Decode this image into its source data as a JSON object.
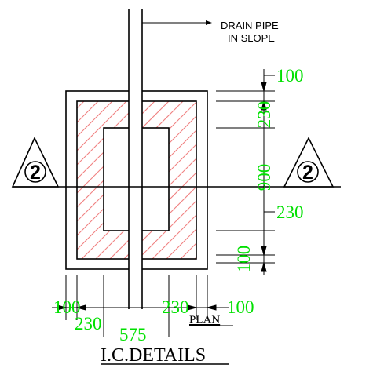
{
  "colors": {
    "line": "#000000",
    "hatch": "#f08080",
    "dimension_text": "#00e000",
    "background": "#ffffff"
  },
  "annotations": {
    "drain_pipe_line1": "DRAIN PIPE",
    "drain_pipe_line2": "IN SLOPE"
  },
  "section_markers": {
    "left": "2",
    "right": "2"
  },
  "dimensions": {
    "right_top": "100",
    "right_upper": "230",
    "right_middle": "900",
    "right_lower": "230",
    "right_bottom": "100",
    "bottom_left_outer": "100",
    "bottom_left_inner": "230",
    "bottom_center": "575",
    "bottom_right_inner": "230",
    "bottom_right_outer": "100"
  },
  "labels": {
    "plan": "PLAN",
    "title": "I.C.DETAILS"
  }
}
